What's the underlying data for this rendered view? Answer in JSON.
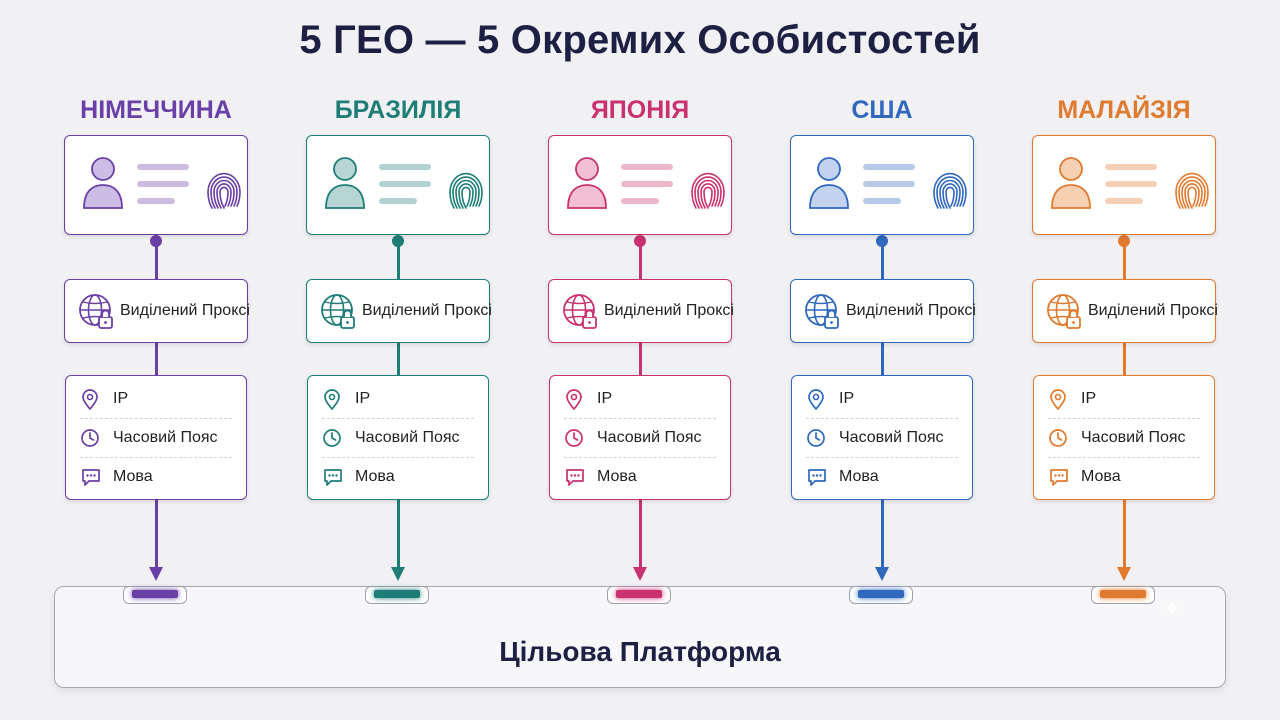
{
  "title": "5 ГЕО — 5 Окремих Особистостей",
  "platform": {
    "label": "Цільова Платформа"
  },
  "geos": [
    {
      "name": "НІМЕЧЧИНА",
      "color": "#6a3fa6",
      "light": "#cbbde6",
      "proxy_label": "Виділений Проксі",
      "params": [
        "IP",
        "Часовий Пояс",
        "Мова"
      ]
    },
    {
      "name": "БРАЗИЛІЯ",
      "color": "#1f7d78",
      "light": "#b7d6d3",
      "proxy_label": "Виділений Проксі",
      "params": [
        "IP",
        "Часовий Пояс",
        "Мова"
      ]
    },
    {
      "name": "ЯПОНІЯ",
      "color": "#c9326f",
      "light": "#f3bfd2",
      "proxy_label": "Виділений Проксі",
      "params": [
        "IP",
        "Часовий Пояс",
        "Мова"
      ]
    },
    {
      "name": "США",
      "color": "#2f68bd",
      "light": "#c3d3ef",
      "proxy_label": "Виділений Проксі",
      "params": [
        "IP",
        "Часовий Пояс",
        "Мова"
      ]
    },
    {
      "name": "МАЛАЙЗІЯ",
      "color": "#e07a2e",
      "light": "#f6d0b3",
      "proxy_label": "Виділений Проксі",
      "params": [
        "IP",
        "Часовий Пояс",
        "Мова"
      ]
    }
  ]
}
